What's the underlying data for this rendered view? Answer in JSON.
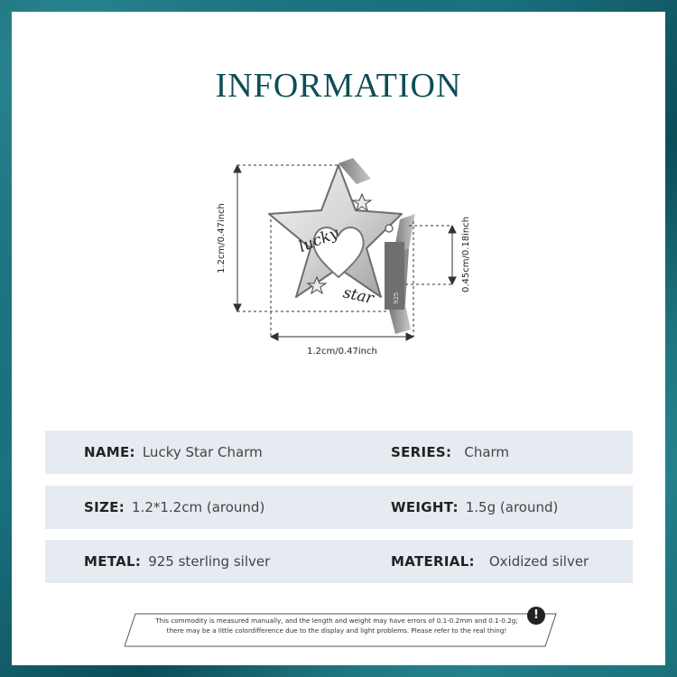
{
  "title": "INFORMATION",
  "product": {
    "engraving_top": "lucky",
    "engraving_bottom": "star",
    "stamp": "925",
    "dim_height": "1.2cm/0.47inch",
    "dim_width": "1.2cm/0.47inch",
    "dim_hole": "0.45cm/0.18inch"
  },
  "specs": [
    {
      "left_label": "NAME:",
      "left_value": "Lucky Star Charm",
      "right_label": "SERIES:",
      "right_value": "Charm"
    },
    {
      "left_label": "SIZE:",
      "left_value": "1.2*1.2cm (around)",
      "right_label": "WEIGHT:",
      "right_value": "1.5g (around)"
    },
    {
      "left_label": "METAL:",
      "left_value": "925 sterling silver",
      "right_label": "MATERIAL:",
      "right_value": "Oxidized silver"
    }
  ],
  "notice": {
    "line1": "This commodity is measured manually, and the length and weight may have errors of 0.1-0.2mm and 0.1-0.2g;",
    "line2": "there may be a little colordifference due to the display and light problems. Please refer to the real thing!",
    "icon": "!"
  },
  "colors": {
    "background": "#0d5a66",
    "title": "#0e4e55",
    "row_bg": "#e6ebf1"
  }
}
